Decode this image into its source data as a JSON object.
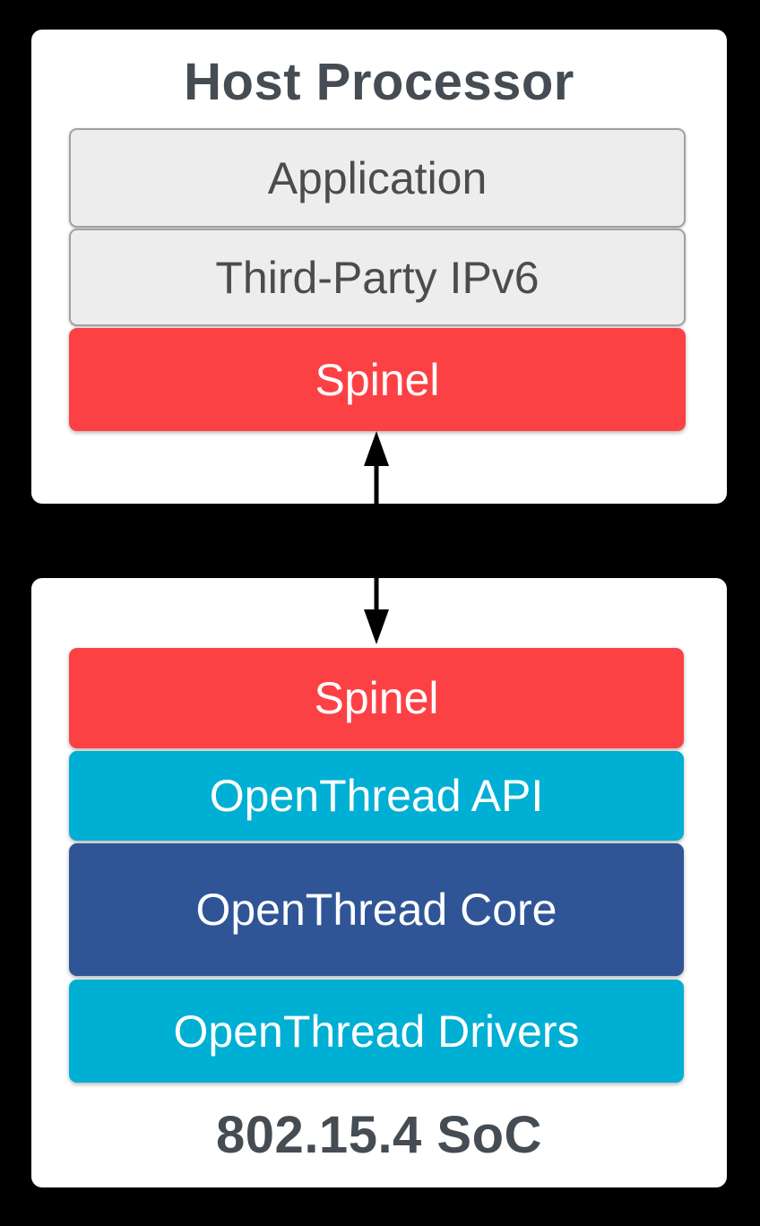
{
  "diagram": {
    "host_processor": {
      "title": "Host Processor",
      "layers": [
        {
          "id": "application",
          "label": "Application"
        },
        {
          "id": "third-party-ipv6",
          "label": "Third-Party IPv6"
        },
        {
          "id": "spinel",
          "label": "Spinel"
        }
      ]
    },
    "connector": {
      "name": "bidirectional-arrow",
      "from": "host-spinel-layer",
      "to": "soc-spinel-layer"
    },
    "soc": {
      "title": "802.15.4 SoC",
      "layers": [
        {
          "id": "spinel",
          "label": "Spinel"
        },
        {
          "id": "openthread-api",
          "label": "OpenThread API"
        },
        {
          "id": "openthread-core",
          "label": "OpenThread Core"
        },
        {
          "id": "openthread-drivers",
          "label": "OpenThread Drivers"
        }
      ]
    },
    "colors": {
      "background": "#000000",
      "container_fill": "#FFFFFF",
      "gray_layer_fill": "#EDEDED",
      "gray_layer_border": "#A1A1A1",
      "spinel_red": "#FC4145",
      "openthread_cyan": "#00AFD4",
      "openthread_core_blue": "#2F5597",
      "title_text": "#454C53",
      "gray_layer_text": "#4C4C4C",
      "colored_layer_text": "#FFFFFF",
      "arrow": "#000000"
    }
  }
}
